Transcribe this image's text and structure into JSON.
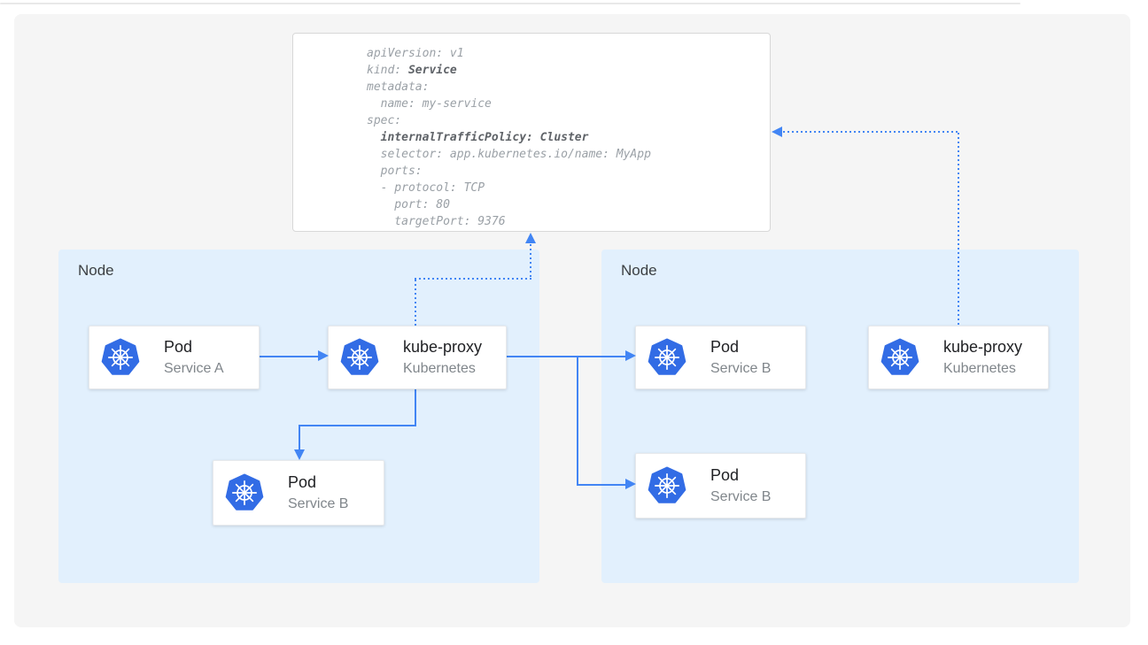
{
  "colors": {
    "accent_blue": "#4285f4",
    "k8s_blue": "#326ce5",
    "node_fill": "#e2f0fd",
    "panel_bg": "#f5f5f5",
    "card_title": "#202124",
    "card_subtitle": "#80868b",
    "node_label": "#3c4043",
    "code_regular": "#9aa0a6",
    "code_bold": "#5f6368"
  },
  "icons": {
    "kubernetes": "kubernetes-wheel-icon"
  },
  "code_block": {
    "lines": [
      {
        "pre": "apiVersion: v1"
      },
      {
        "pre": "kind: ",
        "bold": "Service"
      },
      {
        "pre": "metadata:"
      },
      {
        "pre": "  name: my-service"
      },
      {
        "pre": "spec:"
      },
      {
        "pre": "  ",
        "bold": "internalTrafficPolicy: Cluster"
      },
      {
        "pre": "  selector: app.kubernetes.io/name: MyApp"
      },
      {
        "pre": "  ports:"
      },
      {
        "pre": "  - protocol: TCP"
      },
      {
        "pre": "    port: 80"
      },
      {
        "pre": "    targetPort: 9376"
      }
    ]
  },
  "nodes": [
    {
      "label": "Node"
    },
    {
      "label": "Node"
    }
  ],
  "cards": {
    "pod_a": {
      "title": "Pod",
      "subtitle": "Service A"
    },
    "kube_proxy_left": {
      "title": "kube-proxy",
      "subtitle": "Kubernetes"
    },
    "pod_b_left": {
      "title": "Pod",
      "subtitle": "Service B"
    },
    "pod_b_right_top": {
      "title": "Pod",
      "subtitle": "Service B"
    },
    "kube_proxy_right": {
      "title": "kube-proxy",
      "subtitle": "Kubernetes"
    },
    "pod_b_right_bottom": {
      "title": "Pod",
      "subtitle": "Service B"
    }
  }
}
